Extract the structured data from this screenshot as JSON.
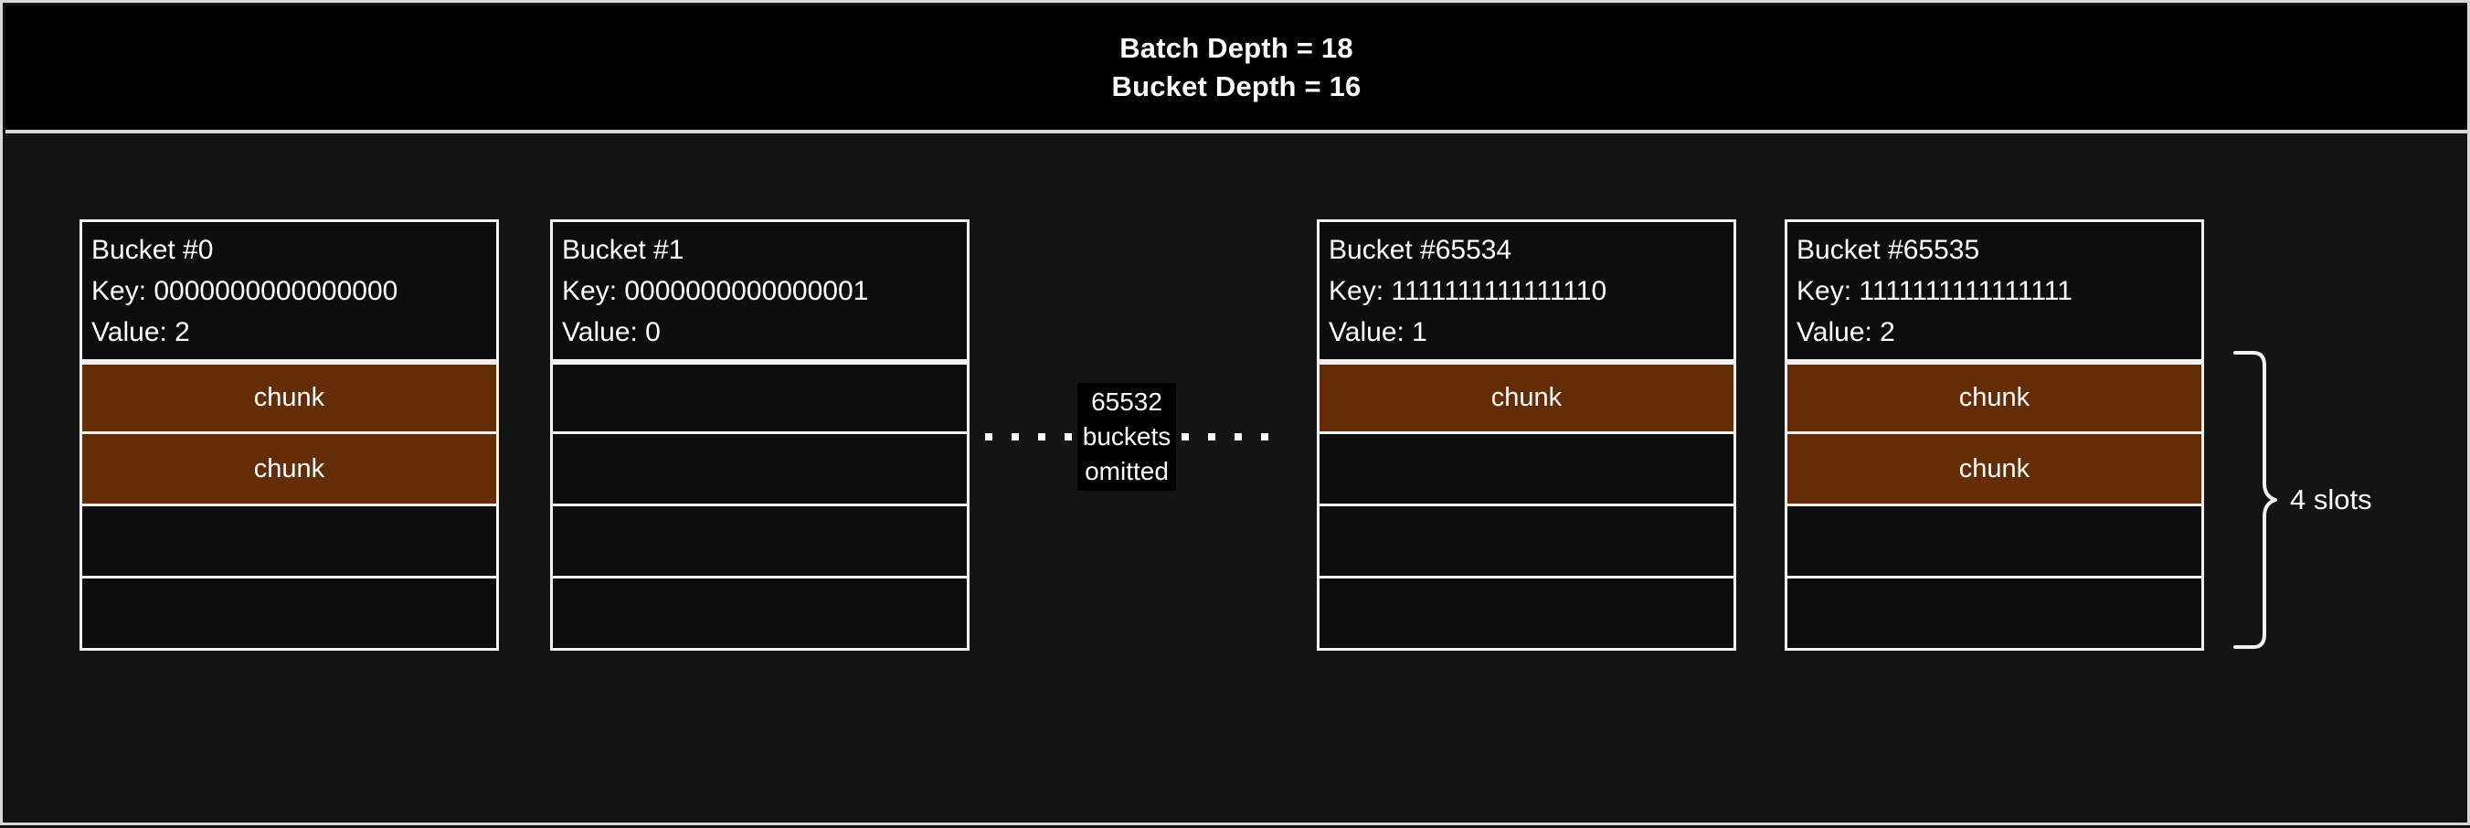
{
  "header": {
    "line1": "Batch Depth = 18",
    "line2": "Bucket Depth = 16"
  },
  "buckets": [
    {
      "title": "Bucket #0",
      "key_line": "Key: 0000000000000000",
      "value_line": "Value: 2",
      "slots": [
        {
          "filled": true,
          "label": "chunk"
        },
        {
          "filled": true,
          "label": "chunk"
        },
        {
          "filled": false,
          "label": ""
        },
        {
          "filled": false,
          "label": ""
        }
      ]
    },
    {
      "title": "Bucket #1",
      "key_line": "Key: 0000000000000001",
      "value_line": "Value: 0",
      "slots": [
        {
          "filled": false,
          "label": ""
        },
        {
          "filled": false,
          "label": ""
        },
        {
          "filled": false,
          "label": ""
        },
        {
          "filled": false,
          "label": ""
        }
      ]
    },
    {
      "title": "Bucket #65534",
      "key_line": "Key: 1111111111111110",
      "value_line": "Value: 1",
      "slots": [
        {
          "filled": true,
          "label": "chunk"
        },
        {
          "filled": false,
          "label": ""
        },
        {
          "filled": false,
          "label": ""
        },
        {
          "filled": false,
          "label": ""
        }
      ]
    },
    {
      "title": "Bucket #65535",
      "key_line": "Key: 1111111111111111",
      "value_line": "Value: 2",
      "slots": [
        {
          "filled": true,
          "label": "chunk"
        },
        {
          "filled": true,
          "label": "chunk"
        },
        {
          "filled": false,
          "label": ""
        },
        {
          "filled": false,
          "label": ""
        }
      ]
    }
  ],
  "omitted": {
    "count": "65532",
    "word": "buckets",
    "suffix": "omitted",
    "dot_count_left": 4,
    "dot_count_right": 4
  },
  "annotation": {
    "slots_label": "4 slots"
  },
  "colors": {
    "background": "#141414",
    "header_band": "#000000",
    "stroke": "#f2f2f2",
    "chunk_fill": "#652d05",
    "text": "#ffffff"
  }
}
